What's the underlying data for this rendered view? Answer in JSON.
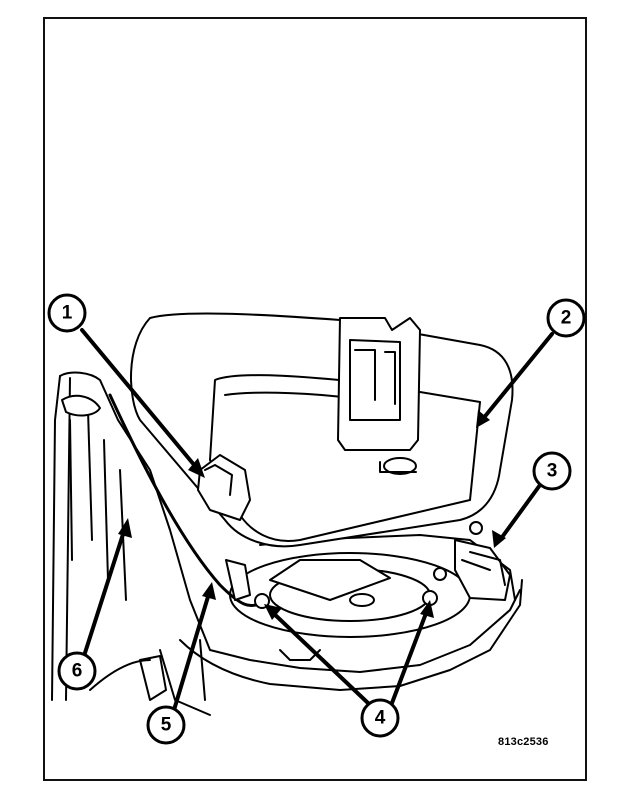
{
  "figure": {
    "figure_id": "813c2536",
    "callouts": [
      {
        "id": "callout-1",
        "label": "1"
      },
      {
        "id": "callout-2",
        "label": "2"
      },
      {
        "id": "callout-3",
        "label": "3"
      },
      {
        "id": "callout-4",
        "label": "4"
      },
      {
        "id": "callout-5",
        "label": "5"
      },
      {
        "id": "callout-6",
        "label": "6"
      }
    ]
  },
  "colors": {
    "line": "#000000",
    "paper": "#ffffff",
    "shade": "#d9d9d9"
  }
}
